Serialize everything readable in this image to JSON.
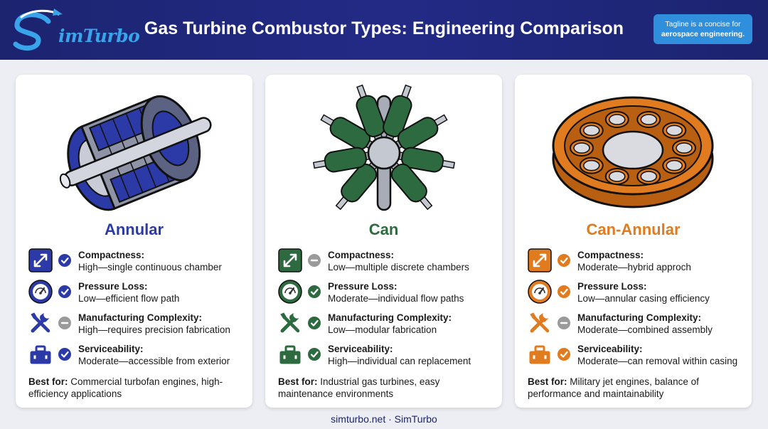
{
  "header": {
    "logo_text": "imTurbo",
    "title": "Gas Turbine Combustor Types: Engineering Comparison",
    "tagline_line1": "Tagline is a concise for",
    "tagline_line2": "aerospace engineering."
  },
  "colors": {
    "header_bg": "#222a86",
    "annular": "#2b3aa6",
    "can": "#2d6a3f",
    "can_annular": "#e07b1f",
    "neutral_status": "#9a9a9a"
  },
  "cards": [
    {
      "title": "Annular",
      "illustration": "annular-combustor-cutaway",
      "rows": [
        {
          "icon": "compactness-arrows-icon",
          "status": "check",
          "label": "Compactness:",
          "value": "High—single continuous chamber"
        },
        {
          "icon": "pressure-gauge-icon",
          "status": "check",
          "label": "Pressure Loss:",
          "value": "Low—efficient flow path"
        },
        {
          "icon": "wrench-screwdriver-icon",
          "status": "neutral",
          "label": "Manufacturing Complexity:",
          "value": "High—requires precision fabrication"
        },
        {
          "icon": "toolbox-icon",
          "status": "check",
          "label": "Serviceability:",
          "value": "Moderate—accessible from exterior"
        }
      ],
      "best_label": "Best for:",
      "best_text": " Commercial turbofan engines, high-efficiency applications"
    },
    {
      "title": "Can",
      "illustration": "can-combustor-radial-array",
      "rows": [
        {
          "icon": "compactness-arrows-icon",
          "status": "neutral",
          "label": "Compactness:",
          "value": "Low—multiple discrete chambers"
        },
        {
          "icon": "pressure-gauge-icon",
          "status": "check",
          "label": "Pressure Loss:",
          "value": "Moderate—individual flow paths"
        },
        {
          "icon": "wrench-screwdriver-icon",
          "status": "check",
          "label": "Manufacturing Complexity:",
          "value": "Low—modular fabrication"
        },
        {
          "icon": "toolbox-icon",
          "status": "check",
          "label": "Serviceability:",
          "value": "High—individual can replacement"
        }
      ],
      "best_label": "Best for:",
      "best_text": " Industrial gas turbines, easy maintenance environments"
    },
    {
      "title": "Can-Annular",
      "illustration": "can-annular-combustor-ring",
      "rows": [
        {
          "icon": "compactness-arrows-icon",
          "status": "check",
          "label": "Compactness:",
          "value": "Moderate—hybrid approch"
        },
        {
          "icon": "pressure-gauge-icon",
          "status": "check",
          "label": "Pressure Loss:",
          "value": "Low—annular casing efficiency"
        },
        {
          "icon": "wrench-screwdriver-icon",
          "status": "neutral",
          "label": "Manufacturing Complexity:",
          "value": "Moderate—combined assembly"
        },
        {
          "icon": "toolbox-icon",
          "status": "check",
          "label": "Serviceability:",
          "value": "Moderate—can removal within casing"
        }
      ],
      "best_label": "Best for:",
      "best_text": " Military jet engines, balance of performance and maintainability"
    }
  ],
  "footer": {
    "text": "simturbo.net · SimTurbo"
  }
}
